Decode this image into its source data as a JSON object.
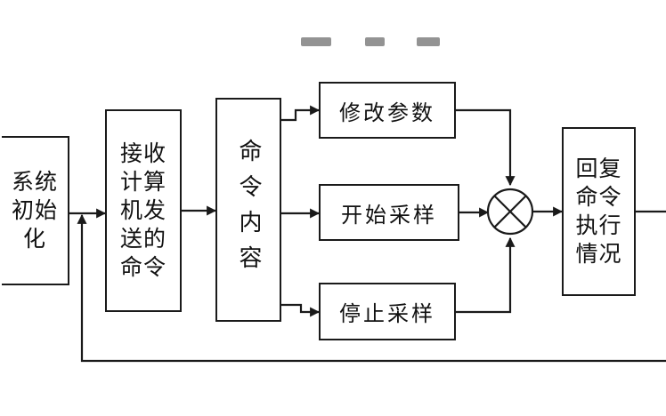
{
  "diagram": {
    "nodes": {
      "system_init": "系统\n初始\n化",
      "receive_command": "接收\n计算\n机发\n送的\n命令",
      "command_content": "命令内容",
      "modify_params": "修改参数",
      "start_sampling": "开始采样",
      "stop_sampling": "停止采样",
      "command_status": "回复\n命令\n执行\n情况"
    },
    "line_color": "#1a1a1a",
    "junction_symbol": "summing-junction-cross"
  }
}
